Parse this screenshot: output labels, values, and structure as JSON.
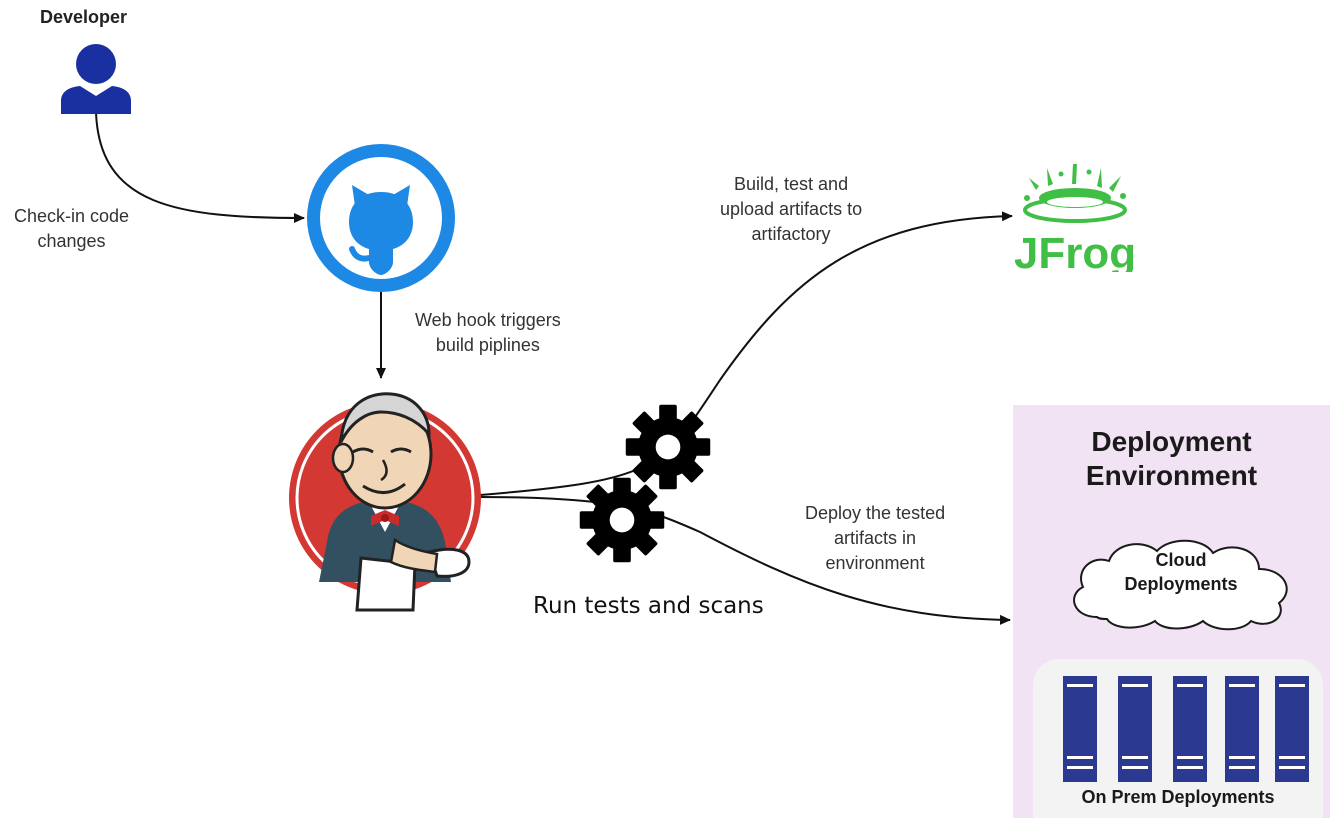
{
  "developer": {
    "title": "Developer",
    "icon": "user-icon"
  },
  "edges": {
    "checkin": [
      "Check-in code",
      "changes"
    ],
    "webhook": [
      "Web hook triggers",
      "build piplines"
    ],
    "build_upload": [
      "Build, test and",
      "upload artifacts to",
      "artifactory"
    ],
    "deploy": [
      "Deploy the tested",
      "artifacts in",
      "environment"
    ]
  },
  "run_tests": "Run tests and scans",
  "jfrog": {
    "wordmark": "JFrog",
    "color": "#40be46"
  },
  "github": {
    "icon": "github-octocat-icon",
    "color": "#1e88e5"
  },
  "jenkins": {
    "icon": "jenkins-butler-icon",
    "color": "#d33833"
  },
  "deployment": {
    "title": [
      "Deployment",
      "Environment"
    ],
    "cloud": [
      "Cloud",
      "Deployments"
    ],
    "on_prem": "On Prem Deployments",
    "panel_color": "#f1e2f4",
    "server_color": "#2b3990"
  }
}
